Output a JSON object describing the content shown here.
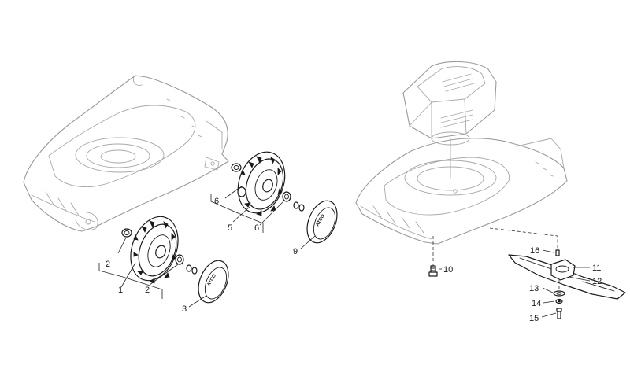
{
  "callouts": {
    "n1": "1",
    "n2a": "2",
    "n2b": "2",
    "n3": "3",
    "n5": "5",
    "n6a": "6",
    "n6b": "6",
    "n9": "9",
    "n10": "10",
    "n11": "11",
    "n12": "12",
    "n13": "13",
    "n14": "14",
    "n15": "15",
    "n16": "16"
  },
  "brand_mark": "ATCO",
  "colors": {
    "line_faint": "#9a9a9a",
    "line_ink": "#1a1a1a",
    "background": "#ffffff"
  }
}
